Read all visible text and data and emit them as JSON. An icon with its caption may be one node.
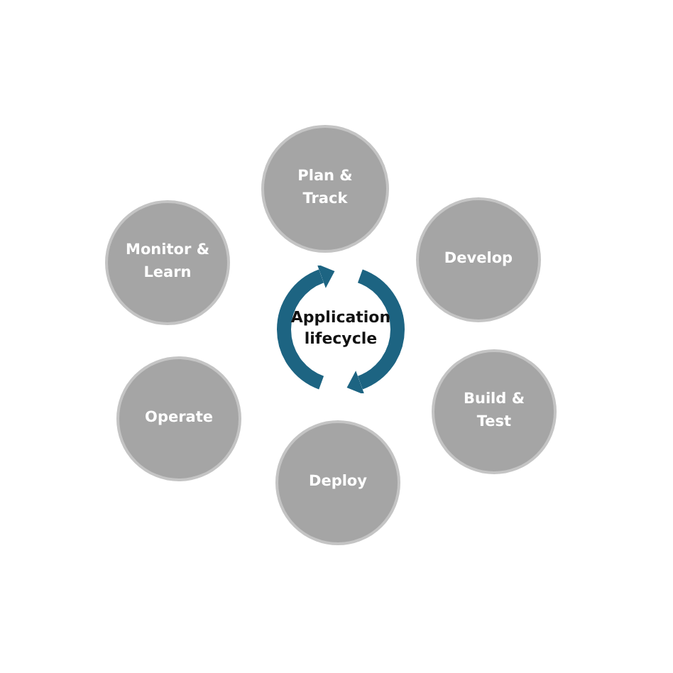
{
  "diagram": {
    "nodes": [
      {
        "text": [
          "Plan & Track"
        ]
      },
      {
        "text": [
          "Develop"
        ]
      },
      {
        "text": [
          "Build & Test"
        ]
      },
      {
        "text": [
          "Deploy"
        ]
      },
      {
        "text": [
          "Operate"
        ]
      },
      {
        "text": [
          "Monitor & Learn"
        ]
      },
      {
        "text": [
          "Application lifecycle"
        ]
      }
    ]
  }
}
